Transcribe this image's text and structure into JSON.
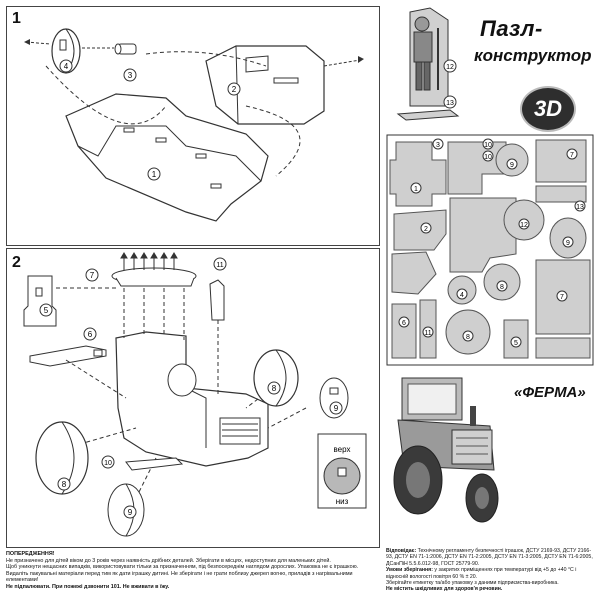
{
  "product": {
    "title_line1": "Пазл-",
    "title_line2": "конструктор",
    "badge_3d": "3D",
    "model_name": "«ФЕРМА»"
  },
  "steps": {
    "step1": "1",
    "step2": "2"
  },
  "part_numbers": [
    "1",
    "2",
    "3",
    "4",
    "5",
    "6",
    "7",
    "8",
    "9",
    "10",
    "11",
    "12",
    "13"
  ],
  "wheel_labels": {
    "top": "верх",
    "bottom": "низ"
  },
  "warning": {
    "heading": "ПОПЕРЕДЖЕННЯ!",
    "line1": "Не призначено для дітей віком до 3 років через наявність дрібних деталей. Зберігати в місцях, недоступних для маленьких дітей.",
    "line2": "Щоб уникнути нещасних випадків, використовувати тільки за призначенням, під безпосереднім наглядом дорослих. Упаковка не є іграшкою. Видаліть пакувальні матеріали перед тим як дати іграшку дитині. Не зберігати і не грати поблизу джерел вогню, приладів з нагрівальними елементами!",
    "line3": "Не підпалювати. При пожежі дзвонити 101. Не вживати в їжу."
  },
  "compliance": {
    "label_conformity": "Відповідає:",
    "text_conformity": "Технічному регламенту безпечності іграшок, ДСТУ 2169-93, ДСТУ 2166-93, ДСТУ EN 71-1:2006, ДСТУ EN 71-2:2005, ДСТУ EN 71-3:2005, ДСТУ EN 71-6:2005, ДСанПіН 5.5.6.012-98, ГОСТ 25779-90.",
    "label_storage": "Умови зберігання:",
    "text_storage": "у закритих приміщеннях при температурі від +5 до +40 °C і відносній вологості повітря 60 % ± 20.",
    "text_keep": "Зберігайте етикетку та/або упаковку з даними підприємства-виробника.",
    "text_safe": "Не містить шкідливих для здоров'я речовин."
  },
  "colors": {
    "line": "#3a3a3a",
    "part_fill": "#cfcfcf",
    "sheet_fill": "#d8d8d8",
    "badge_dark": "#2e2e2e"
  }
}
